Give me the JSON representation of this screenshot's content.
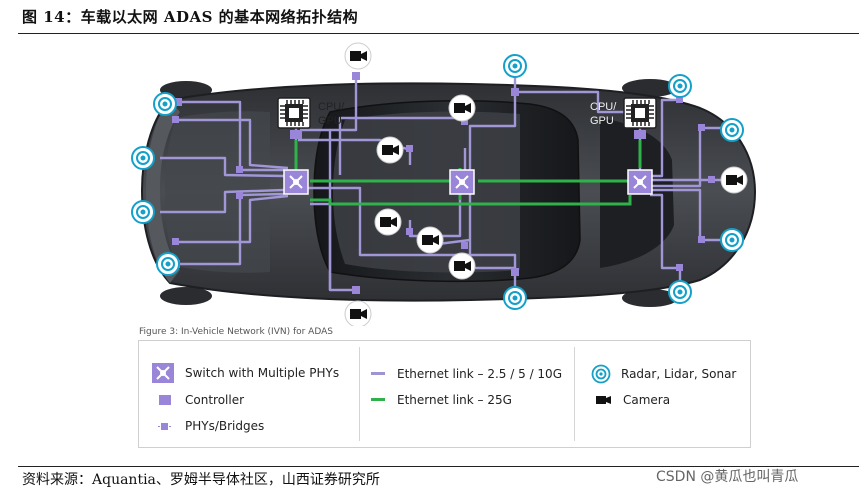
{
  "title": "图 14：车载以太网 ADAS 的基本网络拓扑结构",
  "figure_caption": "Figure 3: In-Vehicle Network (IVN) for ADAS",
  "cpu_labels": [
    "CPU/\nGPU",
    "CPU/\nGPU"
  ],
  "legend": {
    "switch": "Switch with Multiple PHYs",
    "controller": "Controller",
    "phy": "PHYs/Bridges",
    "eth_slow": "Ethernet link – 2.5 / 5 / 10G",
    "eth_fast": "Ethernet link – 25G",
    "radar": "Radar, Lidar, Sonar",
    "camera": "Camera"
  },
  "colors": {
    "switch": "#9a86d8",
    "link_slow": "#9f93d3",
    "link_fast": "#2fb24a",
    "radar": "#14a0c8",
    "car_body": "#3a3c40"
  },
  "source": "资料来源：Aquantia、罗姆半导体社区，山西证券研究所",
  "watermark": "CSDN @黄瓜也叫青瓜"
}
